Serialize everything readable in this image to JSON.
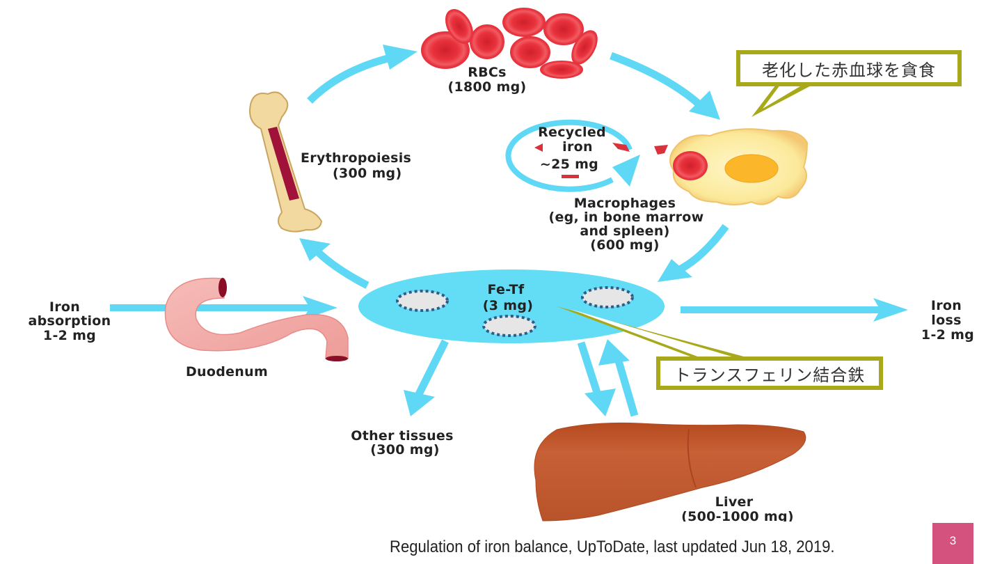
{
  "slide": {
    "page_number": "3",
    "citation": "Regulation of iron balance, UpToDate, last updated Jun 18, 2019."
  },
  "diagram": {
    "title": "Iron balance cycle",
    "nodes": {
      "rbcs": {
        "name": "RBCs",
        "amount": "(1800 mg)"
      },
      "erythropoiesis": {
        "name": "Erythropoiesis",
        "amount": "(300 mg)"
      },
      "recycled_iron": {
        "line1": "Recycled",
        "line2": "iron",
        "line3": "~25 mg"
      },
      "macrophages": {
        "line1": "Macrophages",
        "line2": "(eg, in bone marrow",
        "line3": "and spleen)",
        "line4": "(600 mg)"
      },
      "fe_tf": {
        "name": "Fe-Tf",
        "amount": "(3 mg)"
      },
      "iron_absorption": {
        "line1": "Iron",
        "line2": "absorption",
        "line3": "1-2 mg"
      },
      "duodenum": {
        "name": "Duodenum"
      },
      "iron_loss": {
        "line1": "Iron",
        "line2": "loss",
        "line3": "1-2 mg"
      },
      "other_tissues": {
        "name": "Other tissues",
        "amount": "(300 mg)"
      },
      "liver": {
        "name": "Liver",
        "amount": "(500-1000 mg)"
      }
    },
    "callouts": {
      "phagocytosis": "老化した赤血球を貪食",
      "transferrin": "トランスフェリン結合鉄"
    },
    "colors": {
      "arrow": "#5fd8f5",
      "fe_tf_fill": "#63dcf6",
      "callout_border": "#a8a91a",
      "rbc": "#e8323c",
      "liver": "#c0562c",
      "bone": "#f1d9a0",
      "marrow": "#a0123a",
      "duodenum": "#f2a9a6",
      "macrophage": "#fbeb9c",
      "page_badge": "#d4537e"
    }
  }
}
